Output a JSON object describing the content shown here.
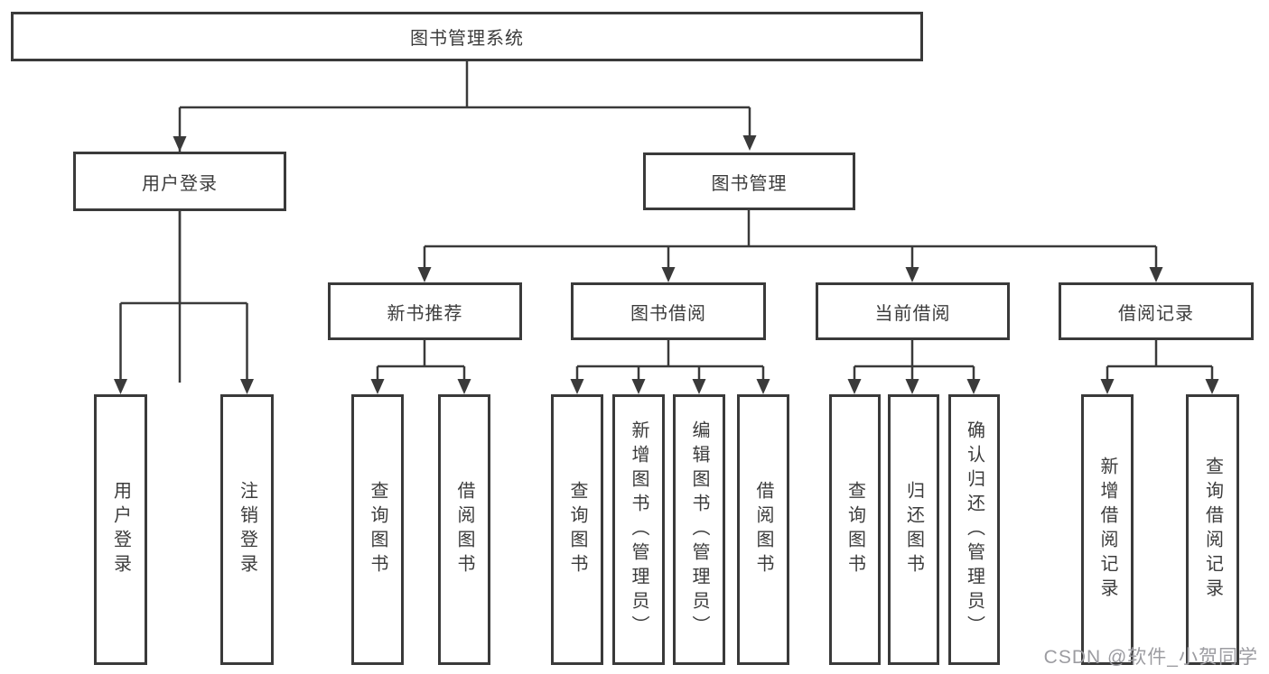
{
  "tree": {
    "root": {
      "label": "图书管理系统"
    },
    "branches": [
      {
        "label": "用户登录",
        "children": [
          {
            "label": "用户登录"
          },
          {
            "label": "注销登录"
          }
        ]
      },
      {
        "label": "图书管理",
        "children": [
          {
            "label": "新书推荐",
            "children": [
              {
                "label": "查询图书"
              },
              {
                "label": "借阅图书"
              }
            ]
          },
          {
            "label": "图书借阅",
            "children": [
              {
                "label": "查询图书"
              },
              {
                "label": "新增图书（管理员）"
              },
              {
                "label": "编辑图书（管理员）"
              },
              {
                "label": "借阅图书"
              }
            ]
          },
          {
            "label": "当前借阅",
            "children": [
              {
                "label": "查询图书"
              },
              {
                "label": "归还图书"
              },
              {
                "label": "确认归还（管理员）"
              }
            ]
          },
          {
            "label": "借阅记录",
            "children": [
              {
                "label": "新增借阅记录"
              },
              {
                "label": "查询借阅记录"
              }
            ]
          }
        ]
      }
    ]
  },
  "watermark": "CSDN @软件_小贺同学",
  "colors": {
    "line": "#3a3a3a",
    "text": "#3c3c3c",
    "watermark": "#9c9ca1",
    "background": "#ffffff"
  }
}
